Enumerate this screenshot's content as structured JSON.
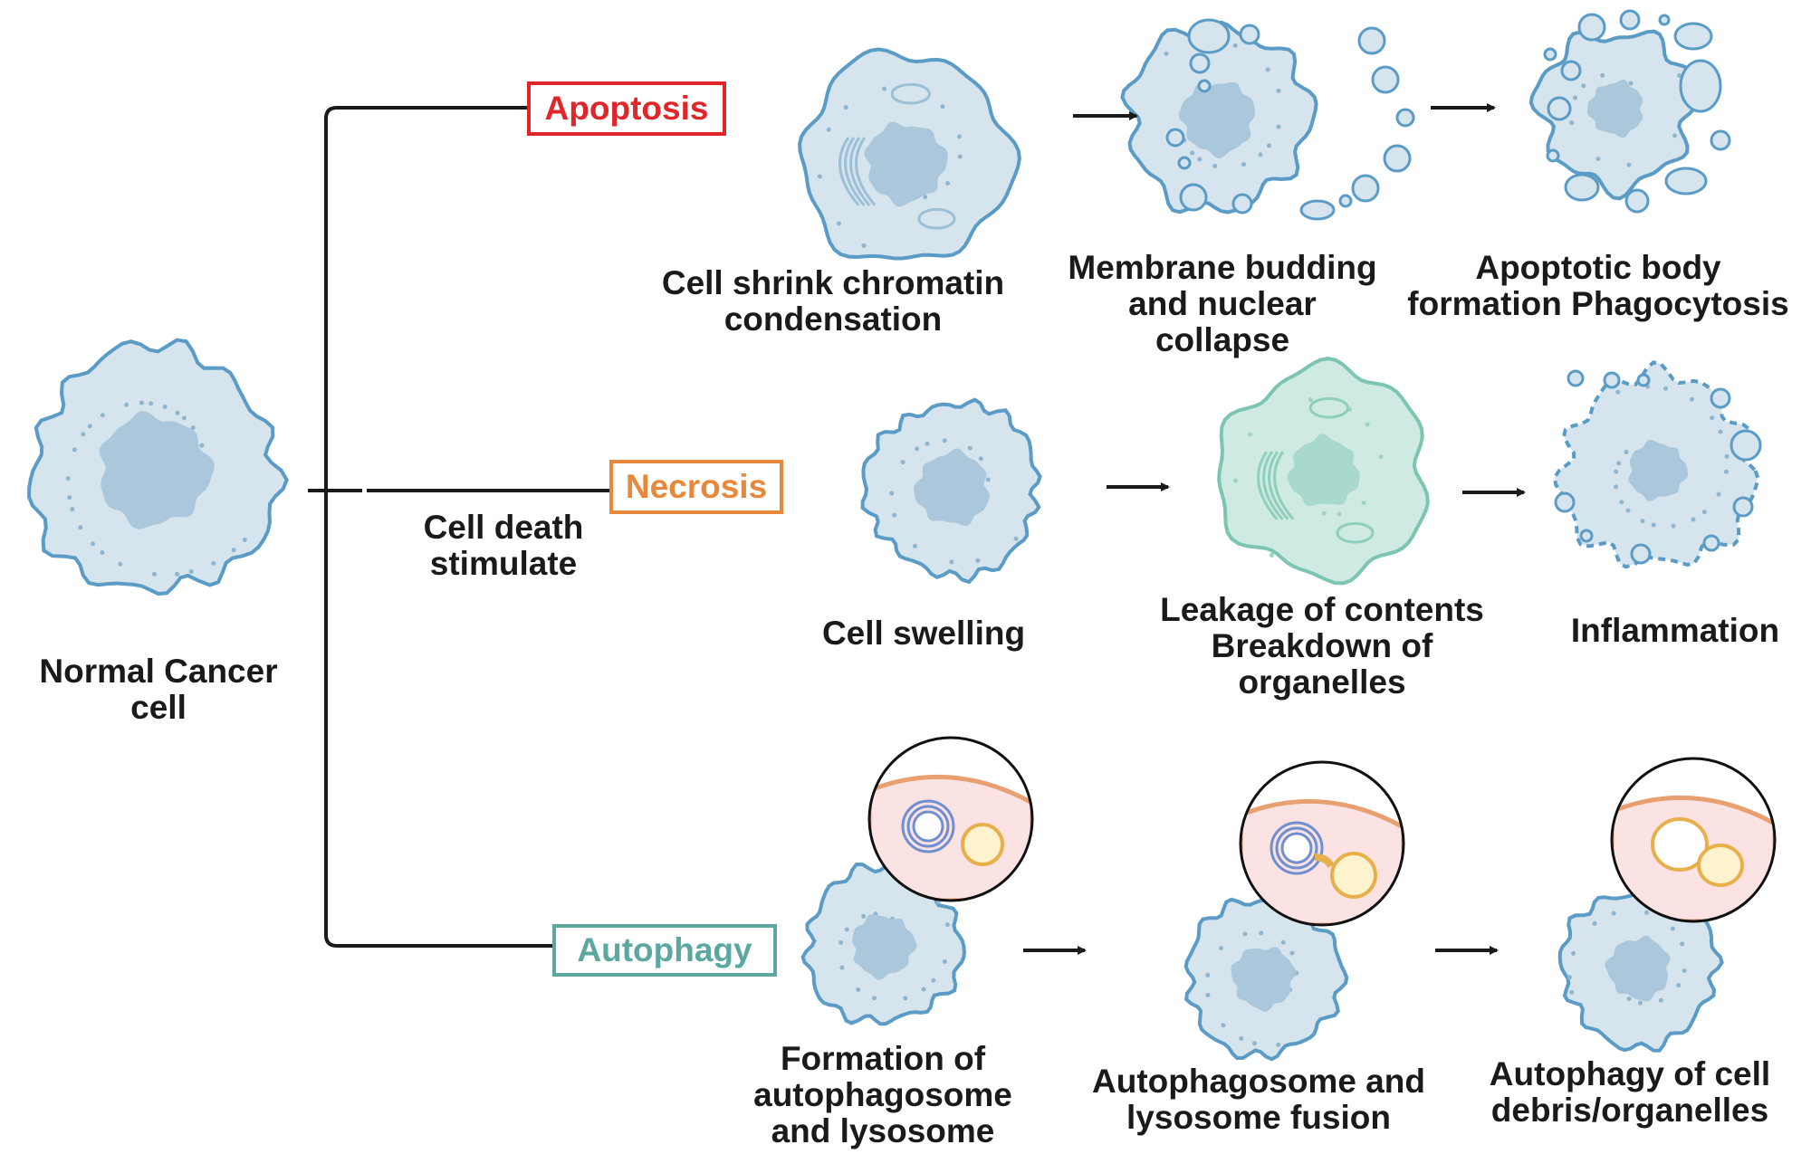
{
  "root": {
    "line1": "Normal Cancer",
    "line2": "cell"
  },
  "stimulus": {
    "line1": "Cell death",
    "line2": "stimulate"
  },
  "colors": {
    "apoptosis": "#e0262b",
    "necrosis": "#e8883a",
    "autophagy": "#5aa8a0",
    "cell_fill": "#d5e4ed",
    "cell_stroke": "#5b9cc7",
    "nucleus_fill": "#aac7dc",
    "leak_fill": "#cfe9e3",
    "leak_stroke": "#7cc5b3",
    "inset_bg": "#fbe3e3"
  },
  "branches": {
    "apoptosis": {
      "label": "Apoptosis",
      "steps": [
        {
          "line1": "Cell shrink chromatin",
          "line2": "condensation"
        },
        {
          "line1": "Membrane budding",
          "line2": "and nuclear",
          "line3": "collapse"
        },
        {
          "line1": "Apoptotic body",
          "line2": "formation Phagocytosis"
        }
      ]
    },
    "necrosis": {
      "label": "Necrosis",
      "steps": [
        {
          "line1": "Cell swelling"
        },
        {
          "line1": "Leakage of contents",
          "line2": "Breakdown of",
          "line3": "organelles"
        },
        {
          "line1": "Inflammation"
        }
      ]
    },
    "autophagy": {
      "label": "Autophagy",
      "steps": [
        {
          "line1": "Formation of",
          "line2": "autophagosome",
          "line3": "and lysosome"
        },
        {
          "line1": "Autophagosome and",
          "line2": "lysosome fusion"
        },
        {
          "line1": "Autophagy of cell",
          "line2": "debris/organelles"
        }
      ]
    }
  }
}
